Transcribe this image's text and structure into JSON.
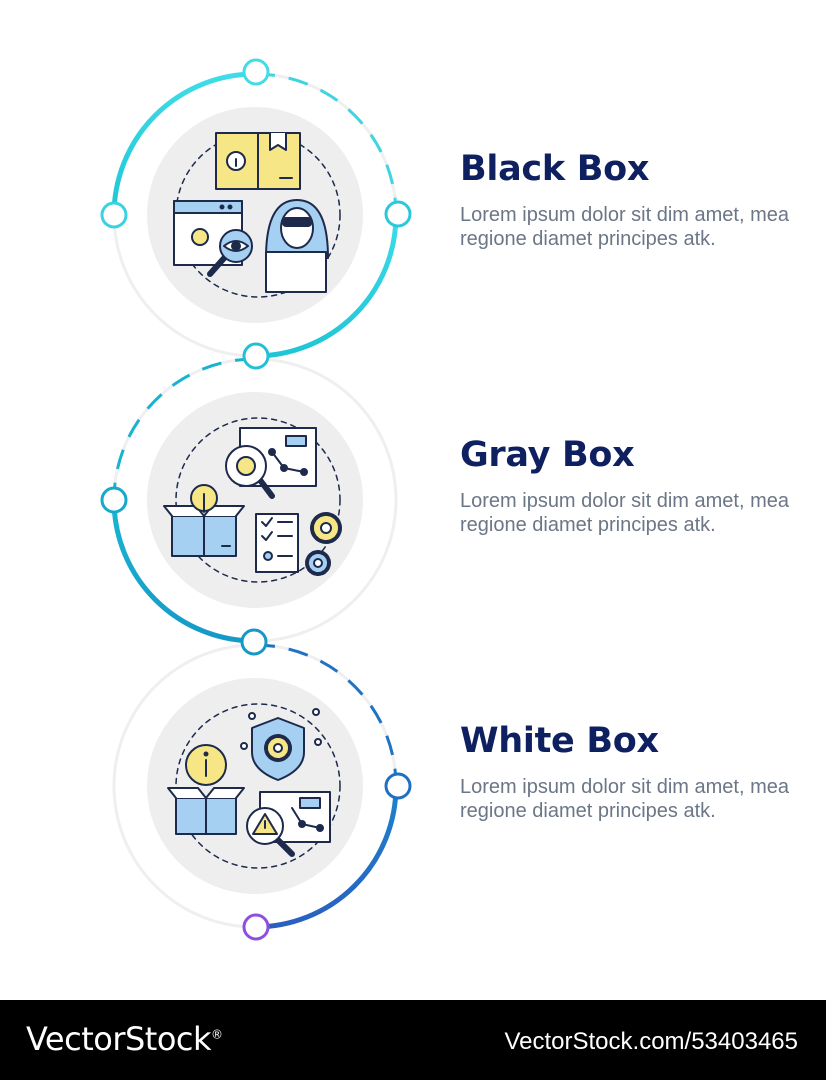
{
  "steps": [
    {
      "title": "Black Box",
      "description": "Lorem ipsum dolor sit dim amet, mea regione diamet principes atk."
    },
    {
      "title": "Gray Box",
      "description": "Lorem ipsum dolor sit dim amet, mea regione diamet principes atk."
    },
    {
      "title": "White Box",
      "description": "Lorem ipsum dolor sit dim amet, mea regione diamet principes atk."
    }
  ],
  "footer": {
    "brand": "VectorStock",
    "brand_mark": "®",
    "image_id": "VectorStock.com/53403465"
  },
  "colors": {
    "cyan": "#3fd4e2",
    "teal": "#19b3cf",
    "blue": "#1f73c2",
    "purple": "#8d4fe0",
    "navy": "#0f2060",
    "icon_yellow": "#f7e685",
    "icon_blue": "#a6d0f2",
    "icon_stroke": "#1d2a4c"
  }
}
